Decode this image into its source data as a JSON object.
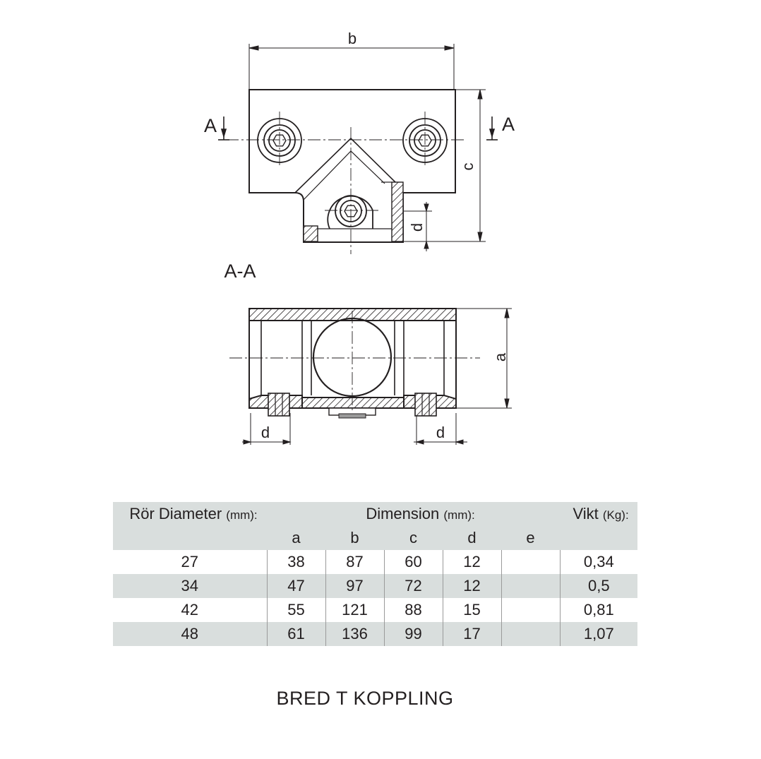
{
  "drawing": {
    "dim_labels": {
      "a": "a",
      "b": "b",
      "c": "c",
      "d": "d"
    },
    "section_mark": "A",
    "section_title": "A-A"
  },
  "table": {
    "col_title": "Rör Diameter",
    "col_title_unit": "(mm):",
    "dim_title": "Dimension",
    "dim_title_unit": "(mm):",
    "weight_title": "Vikt",
    "weight_unit": "(Kg):",
    "sub_headers": [
      "a",
      "b",
      "c",
      "d",
      "e"
    ],
    "rows": [
      {
        "diameter": "27",
        "a": "38",
        "b": "87",
        "c": "60",
        "d": "12",
        "e": "",
        "weight": "0,34"
      },
      {
        "diameter": "34",
        "a": "47",
        "b": "97",
        "c": "72",
        "d": "12",
        "e": "",
        "weight": "0,5"
      },
      {
        "diameter": "42",
        "a": "55",
        "b": "121",
        "c": "88",
        "d": "15",
        "e": "",
        "weight": "0,81"
      },
      {
        "diameter": "48",
        "a": "61",
        "b": "136",
        "c": "99",
        "d": "17",
        "e": "",
        "weight": "1,07"
      }
    ]
  },
  "caption": "BRED T  KOPPLING"
}
